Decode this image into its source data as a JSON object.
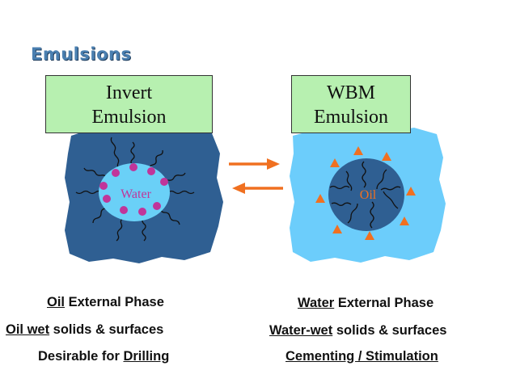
{
  "header": {
    "title": "Emulsions"
  },
  "left": {
    "box_line1": "Invert",
    "box_line2": "Emulsion",
    "droplet_label": "Water",
    "captions": [
      {
        "underlined": "Oil",
        "rest": " External Phase"
      },
      {
        "underlined": "Oil wet",
        "rest": " solids & surfaces"
      },
      {
        "prefix": "Desirable for ",
        "underlined": "Drilling"
      }
    ]
  },
  "right": {
    "box_line1": "WBM",
    "box_line2": "Emulsion",
    "droplet_label": "Oil",
    "captions": [
      {
        "underlined": "Water",
        "rest": " External Phase"
      },
      {
        "underlined": "Water-wet",
        "rest": " solids & surfaces"
      },
      {
        "underlined": "Cementing / Stimulation"
      }
    ]
  },
  "colors": {
    "left_phase": "#2f5f92",
    "left_droplet": "#6ad0f7",
    "right_phase": "#6ccdfb",
    "right_droplet": "#2f5f92",
    "magenta_dots": "#c0359a",
    "orange": "#f07020",
    "box_fill": "#b7f0b0",
    "title": "#4a7fb0"
  }
}
